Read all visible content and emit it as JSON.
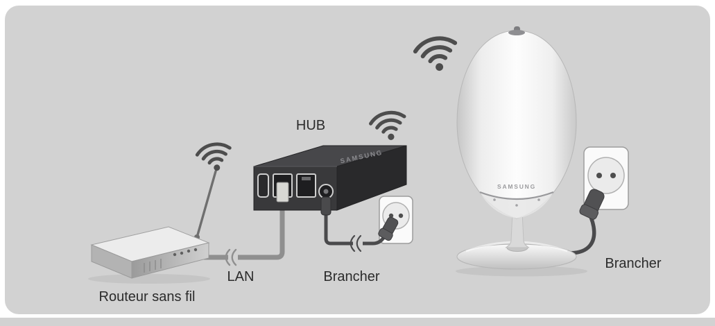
{
  "diagram": {
    "labels": {
      "hub": "HUB",
      "lan": "LAN",
      "brancher_hub": "Brancher",
      "brancher_speaker": "Brancher",
      "router": "Routeur sans fil"
    },
    "brands": {
      "hub": "SAMSUNG",
      "speaker": "SAMSUNG"
    },
    "icons": {
      "wifi": "wifi-signal-icon",
      "cable_break": "cable-break-icon"
    },
    "colors": {
      "panel_background": "#d2d2d2",
      "label_text": "#2b2b2b",
      "hub_body": "#39393b",
      "lan_cable": "#8f8f8f",
      "power_cord": "#4a4a4c",
      "wifi_icon": "#4d4d4d"
    }
  }
}
